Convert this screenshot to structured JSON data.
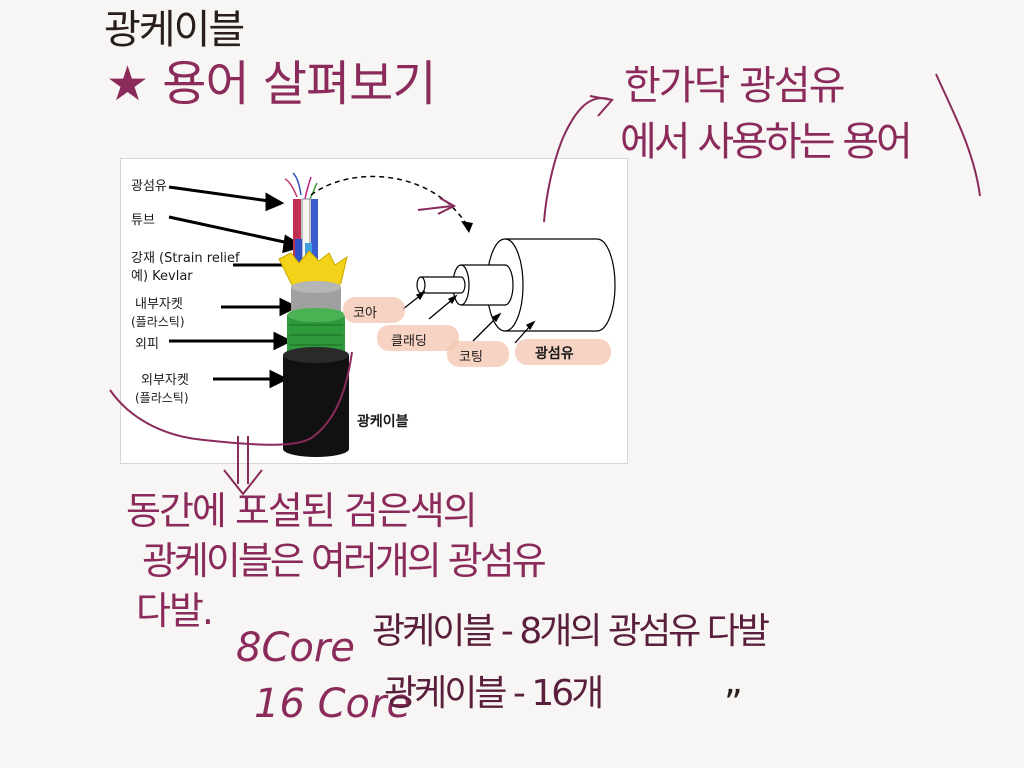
{
  "notes": {
    "title": "광케이블",
    "subtitle": "★ 용어 살펴보기",
    "side_note_line1": "한가닥 광섬유",
    "side_note_line2": "에서 사용하는 용어",
    "body_line1": "동간에 포설된 검은색의",
    "body_line2": "광케이블은 여러개의 광섬유",
    "body_line3": "다발.",
    "core8_prefix": "8Core",
    "core8_text": "광케이블 - 8개의 광섬유 다발",
    "core16_prefix": "16 Core",
    "core16_text": "광케이블 - 16개",
    "ditto": "”"
  },
  "figure": {
    "labels": {
      "fiber": "광섬유",
      "tube": "튜브",
      "strength_line1": "강재 (Strain relief",
      "strength_line2": "예) Kevlar",
      "inner_jacket_line1": "내부자켓",
      "inner_jacket_line2": "(플라스틱)",
      "sheath": "외피",
      "outer_jacket_line1": "외부자켓",
      "outer_jacket_line2": "(플라스틱)",
      "cable": "광케이블",
      "core": "코아",
      "cladding": "클래딩",
      "coating": "코팅",
      "single_fiber": "광섬유"
    }
  },
  "colors": {
    "ink_black": "#2a1e1c",
    "ink_purple": "#8a2b5c",
    "kevlar_yellow": "#f3d21a",
    "inner_green": "#2f9a3c",
    "highlight": "#f4c4b0"
  }
}
